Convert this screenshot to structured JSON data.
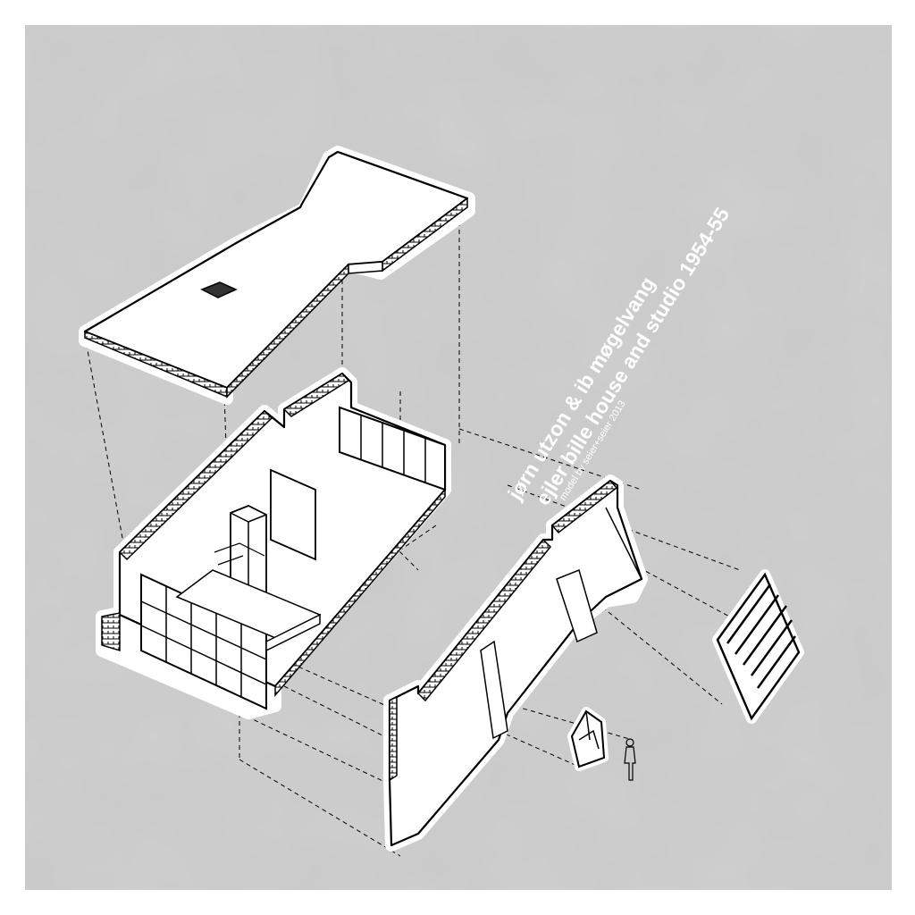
{
  "caption": {
    "line1": "jørn utzon & ib møgelvang",
    "line2": "ejler bille house and studio 1954-55",
    "line3": "model by seier+seier 2013"
  },
  "colors": {
    "background": "#c9c9c9",
    "surface": "#ffffff",
    "ink": "#000000",
    "page": "#ffffff"
  }
}
